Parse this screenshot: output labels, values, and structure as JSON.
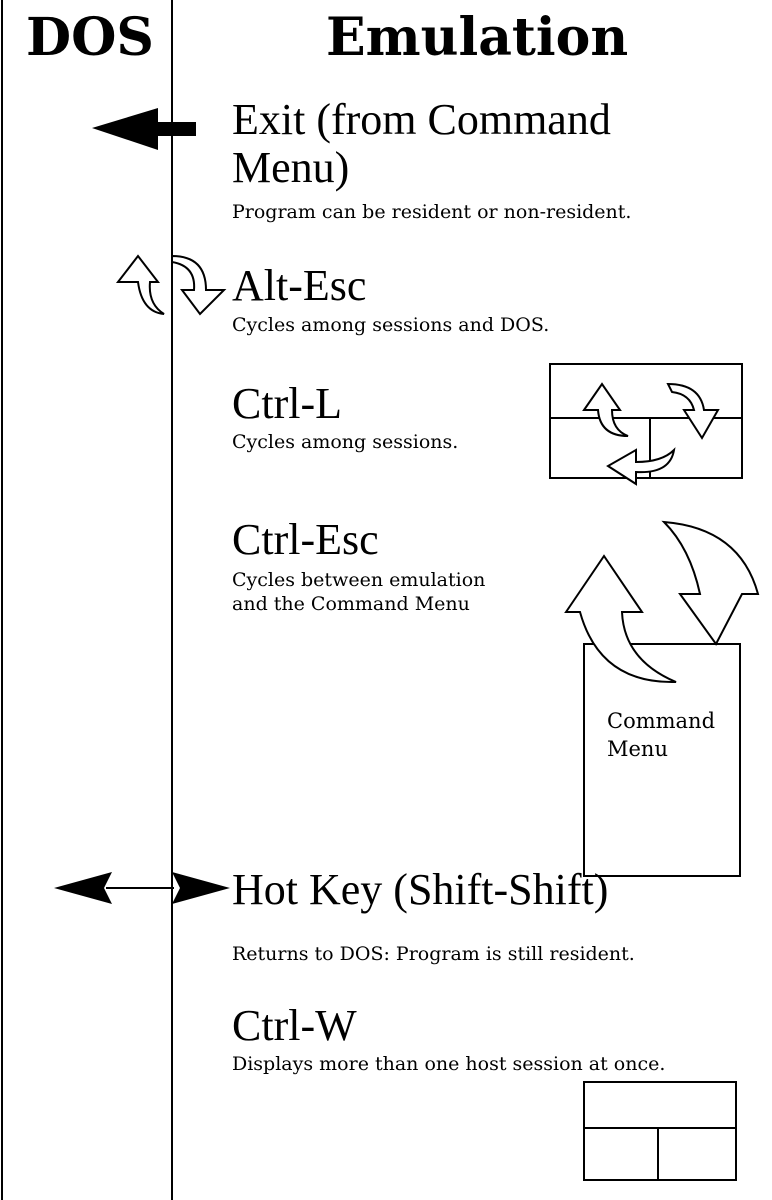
{
  "header": {
    "dos": "DOS",
    "emulation": "Emulation"
  },
  "items": [
    {
      "title": "Exit (from Command Menu)",
      "desc": "Program can be resident or non-resident."
    },
    {
      "title": "Alt-Esc",
      "desc": "Cycles among sessions and DOS."
    },
    {
      "title": "Ctrl-L",
      "desc": "Cycles among sessions."
    },
    {
      "title": "Ctrl-Esc",
      "desc_lines": [
        "Cycles between emulation",
        "and the Command Menu"
      ]
    },
    {
      "title": "Hot Key (Shift-Shift)",
      "desc": "Returns to DOS: Program is still resident."
    },
    {
      "title": "Ctrl-W",
      "desc": "Displays more than one host session at once."
    }
  ],
  "command_menu_box": {
    "lines": [
      "Command",
      "Menu"
    ]
  },
  "icons": [
    "left-arrow-icon",
    "cycle-arrows-icon",
    "session-cycle-icon",
    "emulation-menu-cycle-icon",
    "double-arrow-icon",
    "split-window-icon"
  ]
}
